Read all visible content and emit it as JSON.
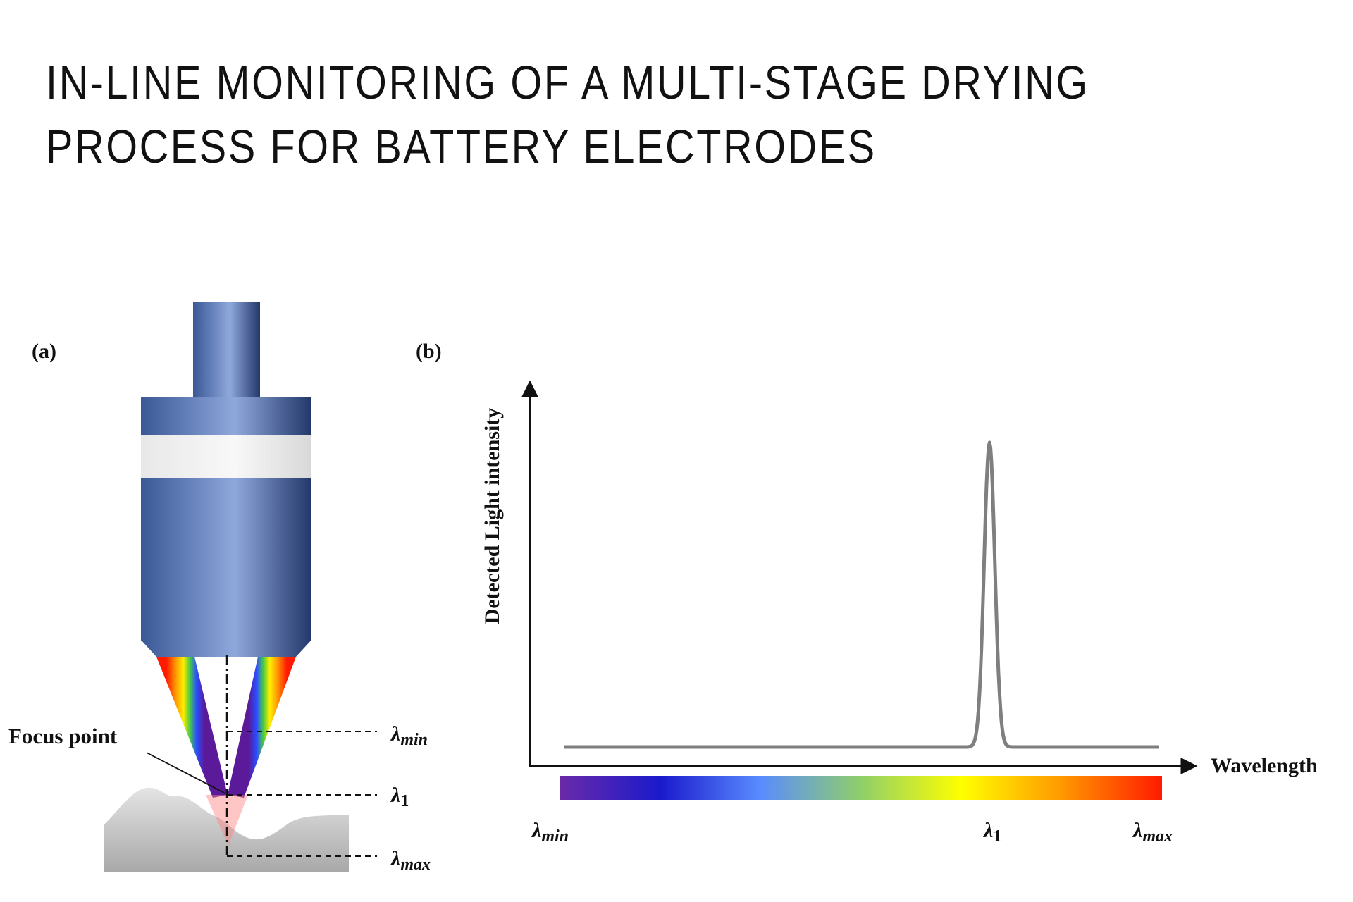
{
  "slide": {
    "title_line1": "IN-LINE MONITORING OF A MULTI-STAGE DRYING",
    "title_line2": "PROCESS FOR BATTERY ELECTRODES"
  },
  "panel_a": {
    "label": "(a)",
    "focus_label": "Focus point",
    "levels": [
      {
        "symbol": "λ",
        "sub": "min"
      },
      {
        "symbol": "λ",
        "sub": "1"
      },
      {
        "symbol": "λ",
        "sub": "max"
      }
    ],
    "colors": {
      "probe_dark": "#2a3f70",
      "probe_light": "#8fa8dc",
      "band": "#e6e6e6"
    }
  },
  "panel_b": {
    "label": "(b)",
    "ylabel": "Detected Light intensity",
    "xlabel": "Wavelength",
    "spectrum_labels": [
      {
        "symbol": "λ",
        "sub": "min"
      },
      {
        "symbol": "λ",
        "sub": "1"
      },
      {
        "symbol": "λ",
        "sub": "max"
      }
    ],
    "spectrum_colors": [
      "#6a2aa8",
      "#1a1acc",
      "#5a8cff",
      "#8fcf6a",
      "#ffff00",
      "#ff9900",
      "#ff1a00"
    ],
    "chart_data": {
      "type": "line",
      "title": "",
      "xlabel": "Wavelength",
      "ylabel": "Detected Light intensity",
      "x": [
        0,
        0.5,
        0.68,
        0.7,
        0.715,
        0.73,
        0.75,
        1
      ],
      "series": [
        {
          "values": [
            0.05,
            0.05,
            0.05,
            0.4,
            1.0,
            0.4,
            0.05,
            0.05
          ]
        }
      ],
      "peak_label": "λ1",
      "line_color": "#7f7f7f"
    }
  }
}
